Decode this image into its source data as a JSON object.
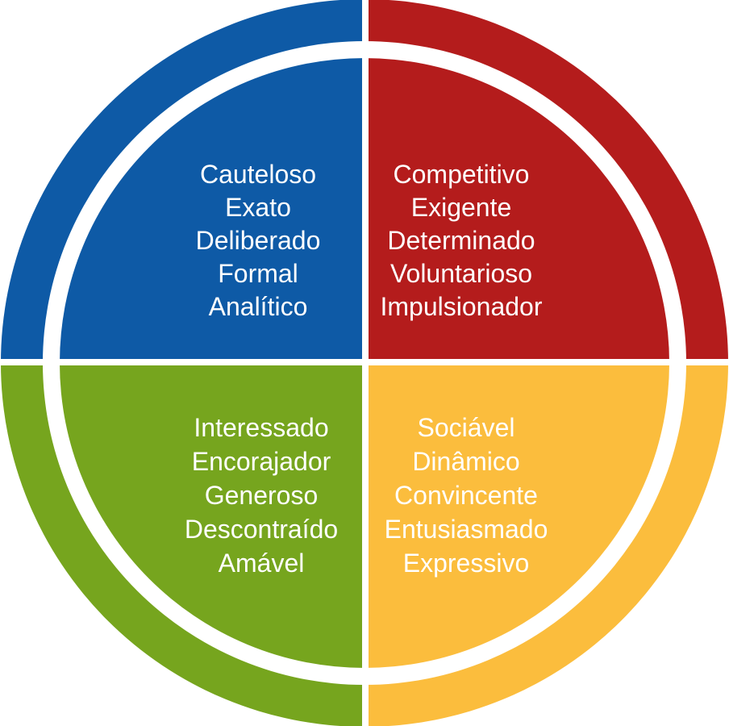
{
  "diagram": {
    "background": "#ffffff",
    "text_color": "#ffffff",
    "quadrants": [
      {
        "position": "top-left",
        "color": "#0e5aa6",
        "traits": [
          "Cauteloso",
          "Exato",
          "Deliberado",
          "Formal",
          "Analítico"
        ]
      },
      {
        "position": "top-right",
        "color": "#b41c1c",
        "traits": [
          "Competitivo",
          "Exigente",
          "Determinado",
          "Voluntarioso",
          "Impulsionador"
        ]
      },
      {
        "position": "bottom-left",
        "color": "#76a51e",
        "traits": [
          "Interessado",
          "Encorajador",
          "Generoso",
          "Descontraído",
          "Amável"
        ]
      },
      {
        "position": "bottom-right",
        "color": "#fbbd3d",
        "traits": [
          "Sociável",
          "Dinâmico",
          "Convincente",
          "Entusiasmado",
          "Expressivo"
        ]
      }
    ]
  }
}
